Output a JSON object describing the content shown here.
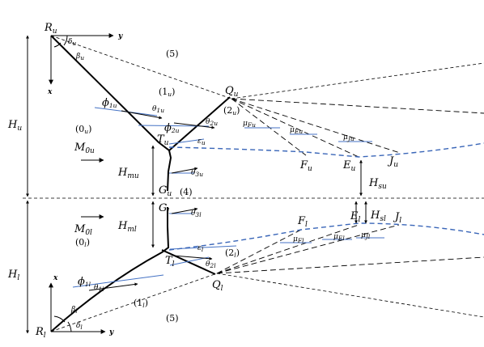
{
  "labels": {
    "Ru": "R",
    "Ru_sub": "u",
    "Rl": "R",
    "Rl_sub": "l",
    "y_upper": "y",
    "x_upper": "x",
    "y_lower": "y",
    "x_lower": "x",
    "delta_u": "δ",
    "delta_u_sub": "u",
    "beta_u": "β",
    "beta_u_sub": "u",
    "delta_l": "δ",
    "delta_l_sub": "l",
    "beta_l": "β",
    "beta_l_sub": "l",
    "region5_top": "(5)",
    "region5_bottom": "(5)",
    "region1u": "(1",
    "region1u_sub": "u",
    "region1u_close": ")",
    "region2u": "(2",
    "region2u_sub": "u",
    "region2u_close": ")",
    "region0u": "(0",
    "region0u_sub": "u",
    "region0u_close": ")",
    "region0l": "(0",
    "region0l_sub": "l",
    "region0l_close": ")",
    "region1l": "(1",
    "region1l_sub": "l",
    "region1l_close": ")",
    "region2l": "(2",
    "region2l_sub": "l",
    "region2l_close": ")",
    "region4": "(4)",
    "Qu": "Q",
    "Qu_sub": "u",
    "Ql": "Q",
    "Ql_sub": "l",
    "Tu": "T",
    "Tu_sub": "u",
    "Tl": "T",
    "Tl_sub": "l",
    "Gu": "G",
    "Gu_sub": "u",
    "Gl": "G",
    "Gl_sub": "l",
    "Fu": "F",
    "Fu_sub": "u",
    "Eu": "E",
    "Eu_sub": "u",
    "Ju": "J",
    "Ju_sub": "u",
    "Fl": "F",
    "Fl_sub": "l",
    "El": "E",
    "El_sub": "l",
    "Jl": "J",
    "Jl_sub": "l",
    "Hu": "H",
    "Hu_sub": "u",
    "Hl": "H",
    "Hl_sub": "l",
    "Hmu": "H",
    "Hmu_sub": "mu",
    "Hml": "H",
    "Hml_sub": "ml",
    "Hsu": "H",
    "Hsu_sub": "su",
    "Hsl": "H",
    "Hsl_sub": "sl",
    "M0u": "M",
    "M0u_sub": "0u",
    "M0l": "M",
    "M0l_sub": "0l",
    "phi1u": "ϕ",
    "phi1u_sub": "1u",
    "phi2u": "ϕ",
    "phi2u_sub": "2u",
    "phi1l": "ϕ",
    "phi1l_sub": "1l",
    "theta1u": "θ",
    "theta1u_sub": "1u",
    "theta2u": "θ",
    "theta2u_sub": "2u",
    "theta3u": "θ",
    "theta3u_sub": "3u",
    "theta3l": "θ",
    "theta3l_sub": "3l",
    "theta2l": "θ",
    "theta2l_sub": "2l",
    "theta1l": "θ",
    "theta1l_sub": "1l",
    "eps_u": "ε",
    "eps_u_sub": "u",
    "eps_l": "ε",
    "eps_l_sub": "l",
    "muFu": "μ",
    "muFu_sub": "Fu",
    "muEu": "μ",
    "muEu_sub": "Eu",
    "muJu": "μ",
    "muJu_sub": "Ju",
    "muFl": "μ",
    "muFl_sub": "Fl",
    "muEl": "μ",
    "muEl_sub": "El",
    "muJl": "μ",
    "muJl_sub": "Jl"
  }
}
